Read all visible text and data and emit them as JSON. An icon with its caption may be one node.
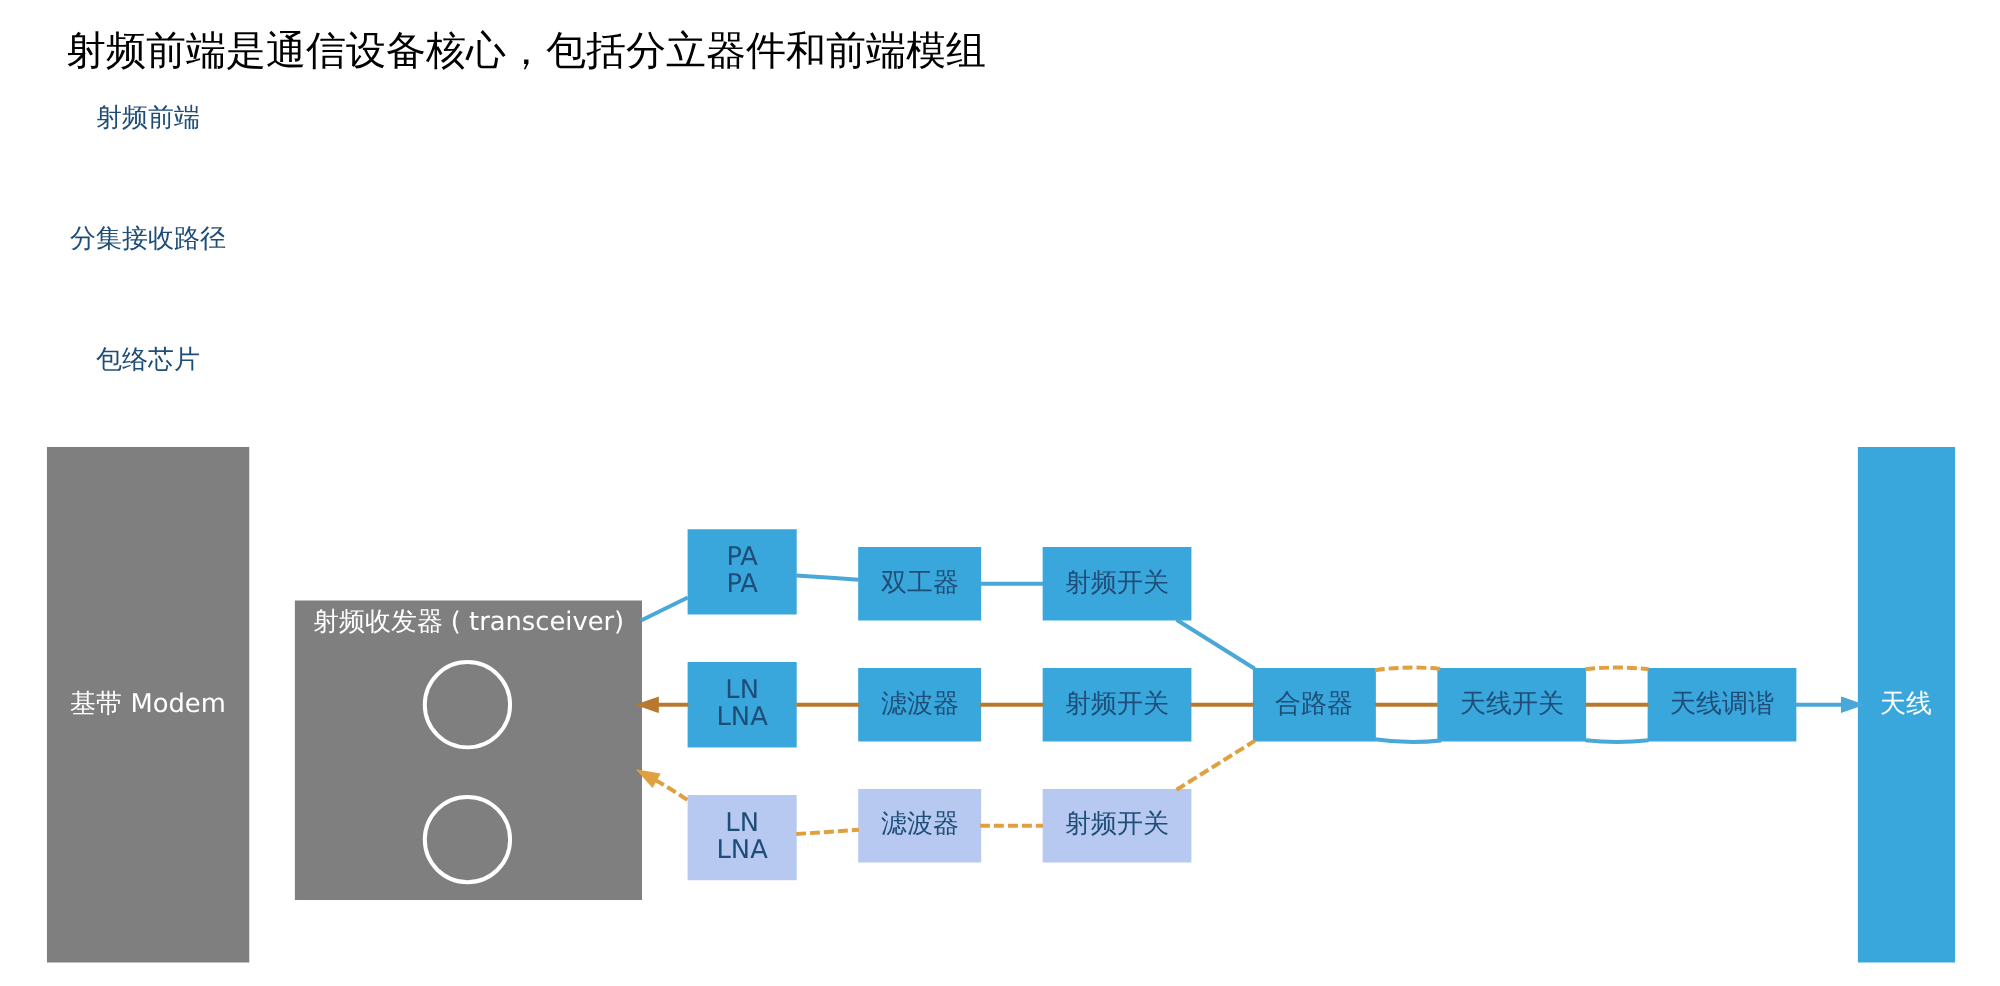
{
  "diagram": {
    "title": "射频前端是通信设备核心，包括分立器件和前端模组",
    "nodes": [
      {
        "text": [
          "基带 Modem"
        ]
      },
      {
        "text": [
          "射频收发器 ( transceiver)"
        ]
      },
      {
        "text": [],
        "shape": "circle",
        "in": 1
      },
      {
        "text": [],
        "shape": "circle",
        "in": 1
      },
      {
        "text": [
          "PA",
          "PA"
        ]
      },
      {
        "text": [
          "双工器"
        ]
      },
      {
        "text": [
          "射频开关"
        ]
      },
      {
        "text": [
          "LN",
          "LNA"
        ]
      },
      {
        "text": [
          "滤波器"
        ]
      },
      {
        "text": [
          "射频开关"
        ]
      },
      {
        "text": [
          "LN",
          "LNA"
        ]
      },
      {
        "text": [
          "滤波器"
        ]
      },
      {
        "text": [
          "射频开关"
        ]
      },
      {
        "text": [
          "合路器"
        ]
      },
      {
        "text": [
          "天线开关"
        ]
      },
      {
        "text": [
          "天线调谐"
        ]
      },
      {
        "text": [
          "天线"
        ]
      }
    ],
    "edges": [
      {
        "from": 1,
        "to": 4,
        "arrow": "none",
        "color": "#4aa8d8"
      },
      {
        "from": 4,
        "to": 5,
        "arrow": "none",
        "color": "#4aa8d8"
      },
      {
        "from": 5,
        "to": 6,
        "arrow": "none",
        "color": "#4aa8d8"
      },
      {
        "from": 6,
        "to": 13,
        "arrow": "none",
        "color": "#4aa8d8"
      },
      {
        "from": 13,
        "to": 14,
        "arrow": "none",
        "color": "#4aa8d8"
      },
      {
        "from": 14,
        "to": 15,
        "arrow": "none",
        "color": "#4aa8d8"
      },
      {
        "from": 15,
        "to": 16,
        "arrow": "to",
        "color": "#4aa8d8"
      },
      {
        "from": 15,
        "to": 14,
        "arrow": "none",
        "color": "#b8782e"
      },
      {
        "from": 14,
        "to": 13,
        "arrow": "none",
        "color": "#b8782e"
      },
      {
        "from": 13,
        "to": 9,
        "arrow": "none",
        "color": "#b8782e"
      },
      {
        "from": 9,
        "to": 8,
        "arrow": "none",
        "color": "#b8782e"
      },
      {
        "from": 8,
        "to": 7,
        "arrow": "none",
        "color": "#b8782e"
      },
      {
        "from": 7,
        "to": 1,
        "arrow": "to",
        "color": "#b8782e"
      },
      {
        "from": 15,
        "to": 14,
        "arrow": "none",
        "style": "dashed",
        "color": "#e0a040"
      },
      {
        "from": 14,
        "to": 13,
        "arrow": "none",
        "style": "dashed",
        "color": "#e0a040"
      },
      {
        "from": 13,
        "to": 12,
        "arrow": "none",
        "style": "dashed",
        "color": "#e0a040"
      },
      {
        "from": 12,
        "to": 11,
        "arrow": "none",
        "style": "dashed",
        "color": "#e0a040"
      },
      {
        "from": 11,
        "to": 10,
        "arrow": "none",
        "style": "dashed",
        "color": "#e0a040"
      },
      {
        "from": 10,
        "to": 1,
        "arrow": "to",
        "style": "dashed",
        "color": "#e0a040"
      }
    ],
    "labels": [
      "包络芯片",
      "分集接收路径",
      "射频前端"
    ]
  }
}
